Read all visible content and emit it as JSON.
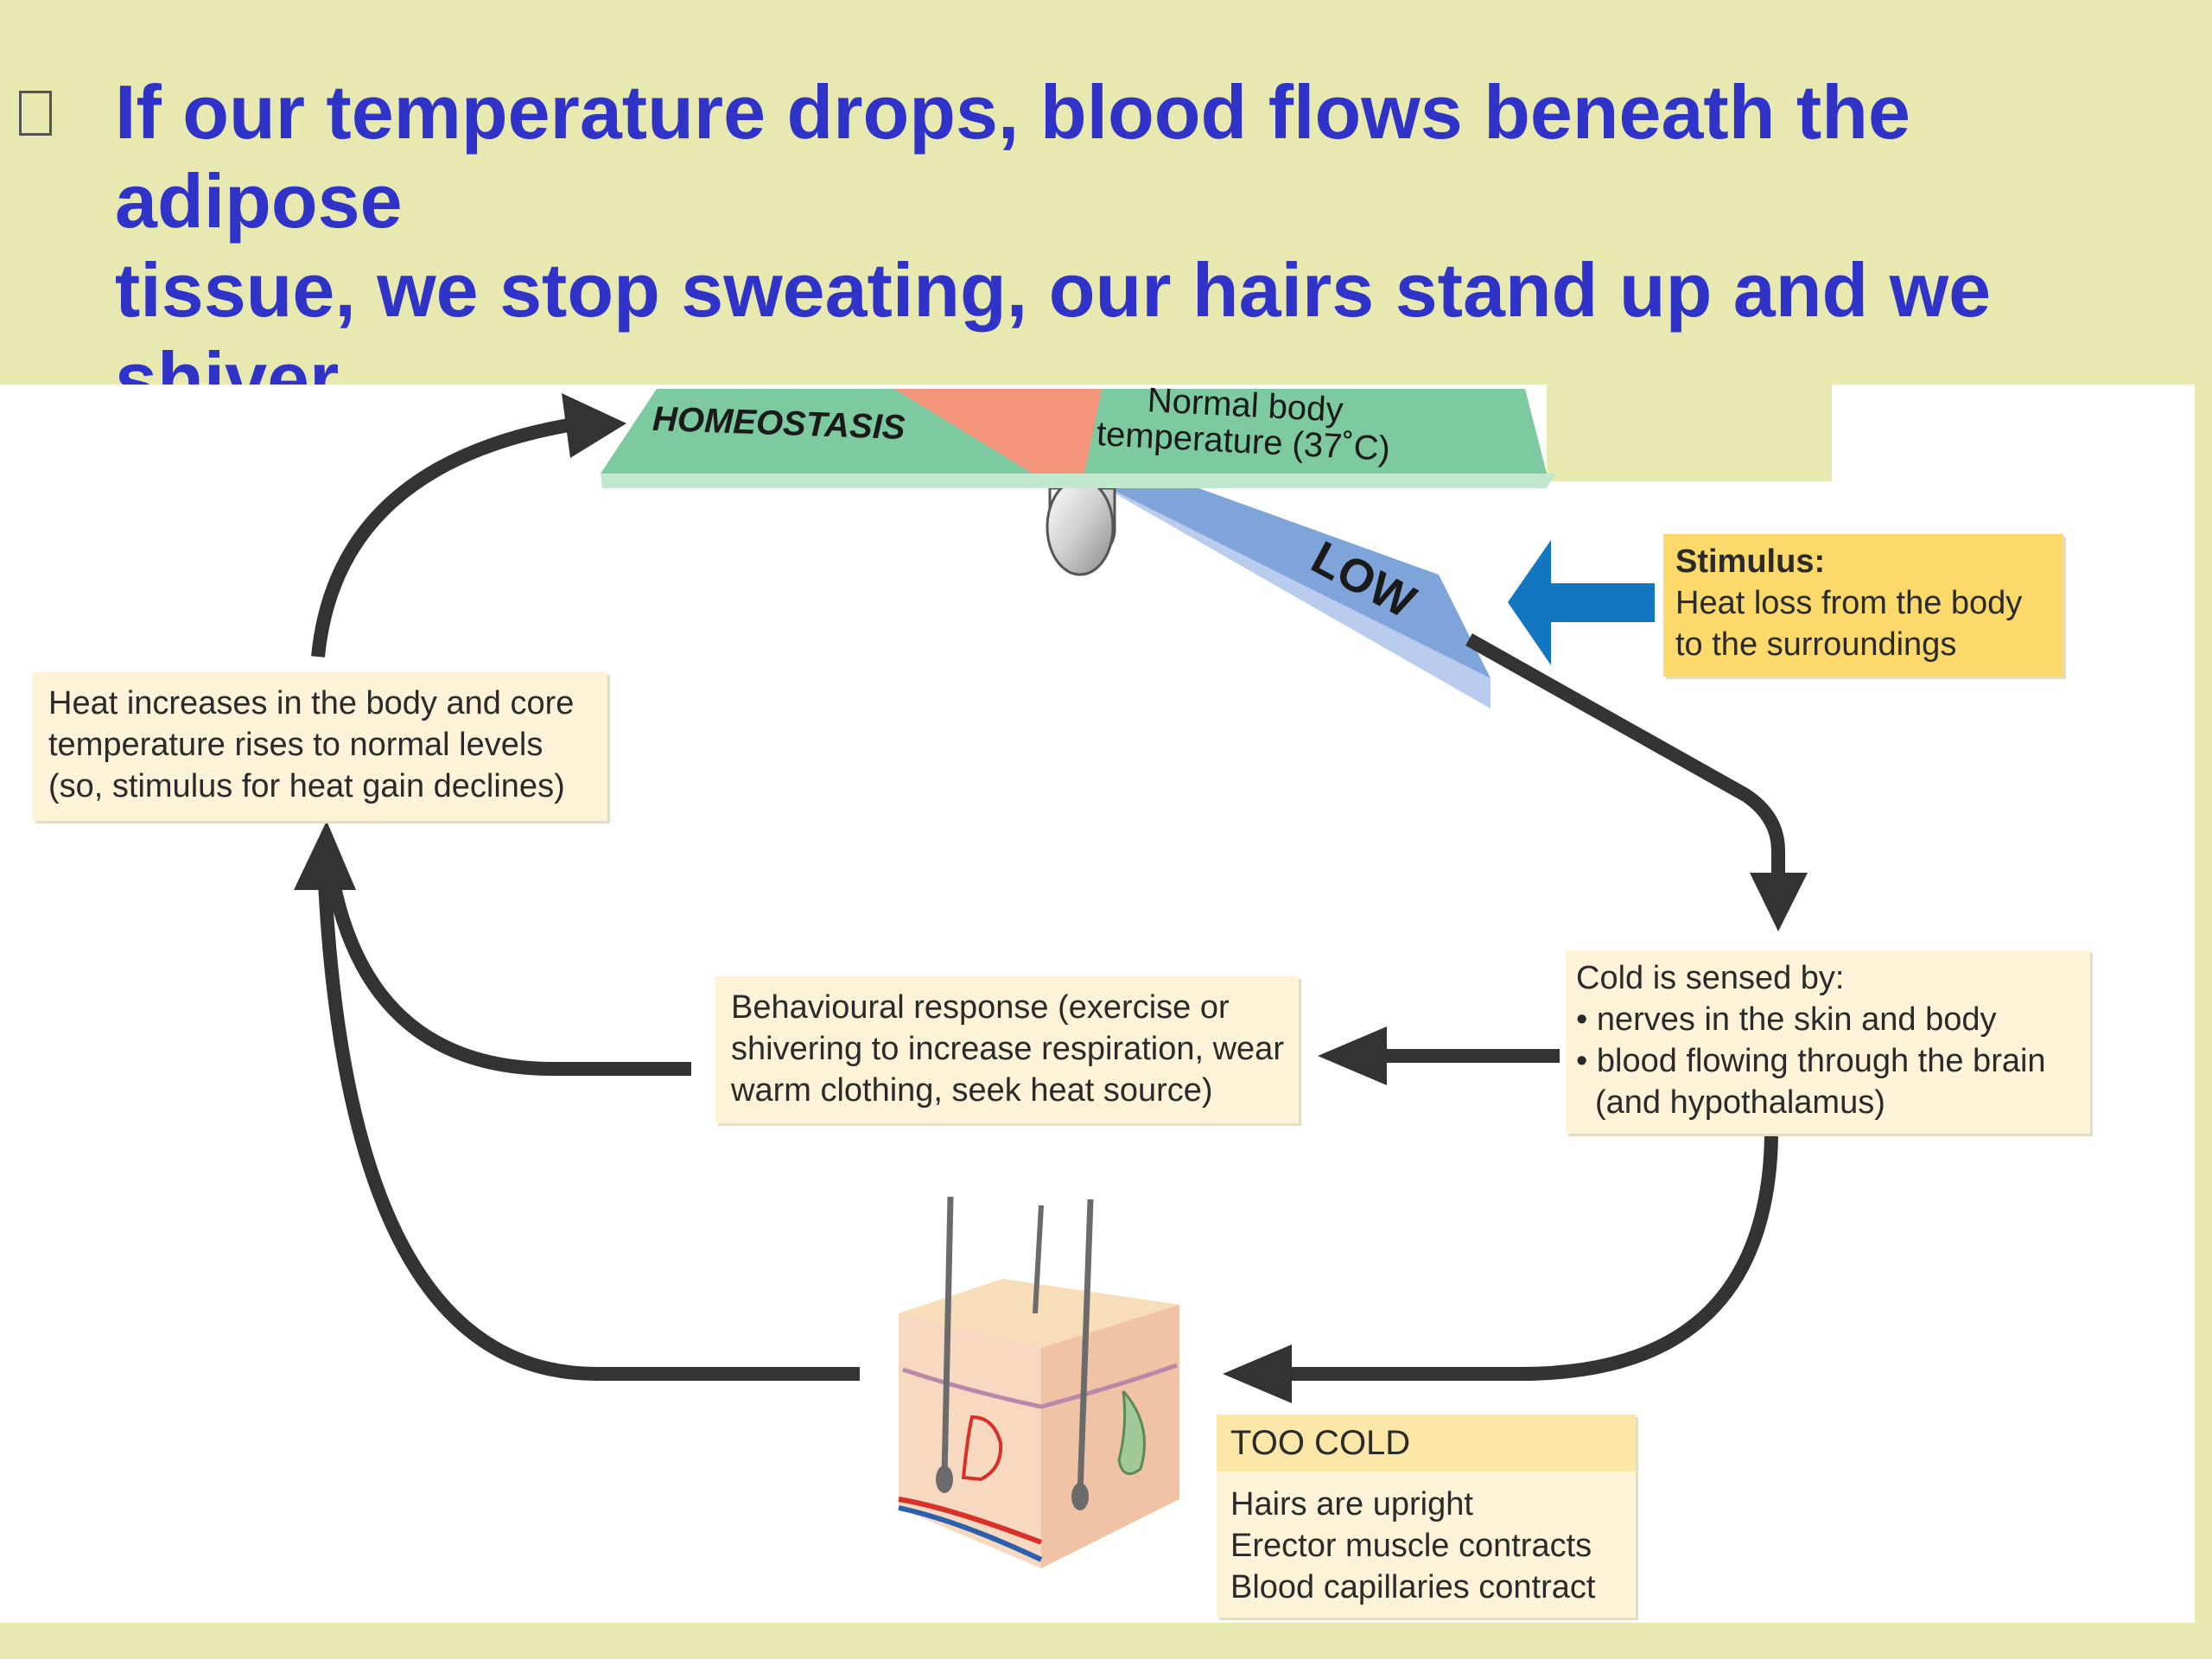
{
  "header": {
    "bullet_glyph": "",
    "headline_line1": "If our temperature drops, blood flows beneath the adipose",
    "headline_line2": "tissue, we stop sweating, our hairs stand up and we shiver."
  },
  "seesaw": {
    "homeostasis_label": "HOMEOSTASIS",
    "normal_line1": "Normal body",
    "normal_line2": "temperature (37˚C)",
    "low_label": "LOW"
  },
  "stimulus": {
    "title": "Stimulus:",
    "line1": "Heat loss from the body",
    "line2": "to the surroundings"
  },
  "sensor": {
    "line1": "Cold is sensed by:",
    "line2": "• nerves in the skin and body",
    "line3": "• blood flowing through the brain",
    "line4": "(and hypothalamus)"
  },
  "behaviour": {
    "line1": "Behavioural response (exercise or",
    "line2": "shivering to increase respiration, wear",
    "line3": "warm clothing, seek heat source)"
  },
  "result": {
    "line1": "Heat increases in the body and core",
    "line2": "temperature rises to normal levels",
    "line3": "(so, stimulus for heat gain declines)"
  },
  "too_cold": {
    "title": "TOO COLD",
    "line1": "Hairs are upright",
    "line2": "Erector muscle contracts",
    "line3": "Blood capillaries contract"
  },
  "colors": {
    "headline": "#3033c8",
    "background": "#e8e9b1",
    "arrow": "#333333",
    "stimulus_arrow": "#1276c0",
    "homeostasis_green": "#7dcaa0",
    "low_blue": "#7fa4d9",
    "stimulus_box": "#fbd96a",
    "cream_box": "#fdf3d8"
  }
}
